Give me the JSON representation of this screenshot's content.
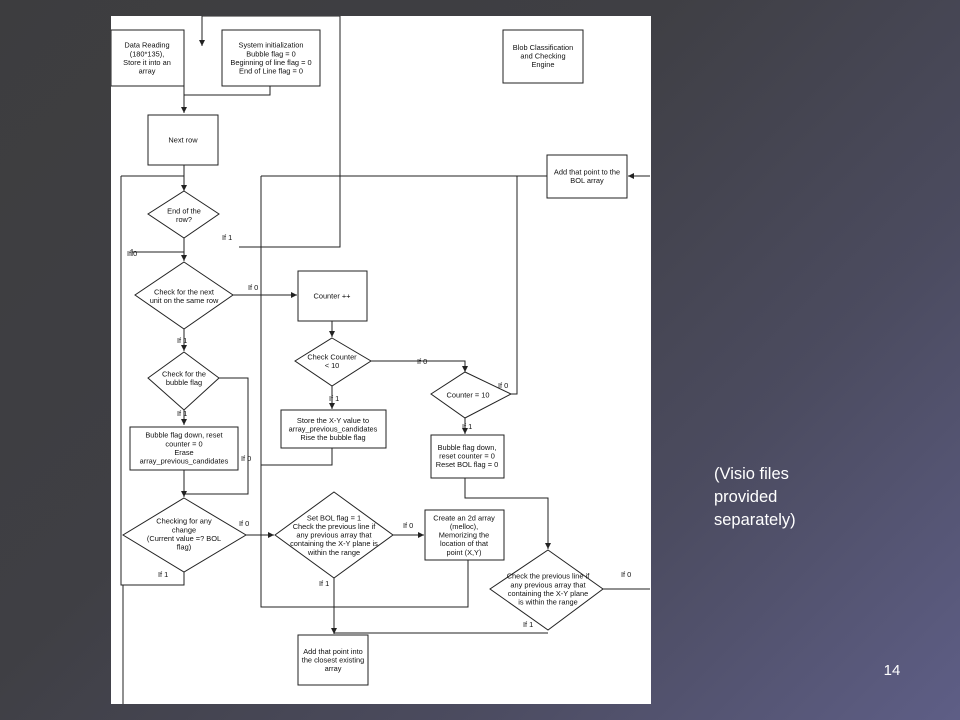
{
  "flowchart": {
    "nodes": [
      {
        "id": "data-reading",
        "lines": [
          "Data Reading",
          "(180*135),",
          "Store it into an",
          "array"
        ]
      },
      {
        "id": "system-init",
        "lines": [
          "System initialization",
          "Bubble flag = 0",
          "Beginning of line flag = 0",
          "End of Line flag = 0"
        ]
      },
      {
        "id": "blob-engine",
        "lines": [
          "Blob Classification",
          "and Checking",
          "Engine"
        ]
      },
      {
        "id": "next-row",
        "lines": [
          "Next row"
        ]
      },
      {
        "id": "add-bol",
        "lines": [
          "Add that point to the",
          "BOL array"
        ]
      },
      {
        "id": "end-of-row",
        "lines": [
          "End of the",
          "row?"
        ]
      },
      {
        "id": "check-next-unit",
        "lines": [
          "Check for the next",
          "unit on the same row"
        ]
      },
      {
        "id": "counter-inc",
        "lines": [
          "Counter ++"
        ]
      },
      {
        "id": "check-counter",
        "lines": [
          "Check Counter",
          "< 10"
        ]
      },
      {
        "id": "counter-eq-10",
        "lines": [
          "Counter = 10"
        ]
      },
      {
        "id": "check-bubble",
        "lines": [
          "Check for the",
          "bubble flag"
        ]
      },
      {
        "id": "store-xy",
        "lines": [
          "Store the X-Y value to",
          "array_previous_candidates",
          "Rise the bubble flag"
        ]
      },
      {
        "id": "reset-bubble-1",
        "lines": [
          "Bubble flag down, reset",
          "counter = 0",
          "Erase",
          "array_previous_candidates"
        ]
      },
      {
        "id": "reset-bubble-2",
        "lines": [
          "Bubble flag down,",
          "reset counter = 0",
          "Reset BOL flag = 0"
        ]
      },
      {
        "id": "checking-change",
        "lines": [
          "Checking for any",
          "change",
          "(Current value =? BOL",
          "flag)"
        ]
      },
      {
        "id": "set-bol",
        "lines": [
          "Set BOL flag = 1",
          "Check the previous line if",
          "any previous array that",
          "containing the X-Y plane is",
          "within the  range"
        ]
      },
      {
        "id": "create-2d",
        "lines": [
          "Create an 2d array",
          "(melloc),",
          "Memorizing the",
          "location of that",
          "point (X,Y)"
        ]
      },
      {
        "id": "check-prev-line",
        "lines": [
          "Check the previous line if",
          "any previous array that",
          "containing the X-Y plane",
          "is within the  range"
        ]
      },
      {
        "id": "add-closest",
        "lines": [
          "Add that point into",
          "the closest existing",
          "array"
        ]
      }
    ],
    "edge_labels": [
      {
        "id": "end-row-if1",
        "text": "If 1"
      },
      {
        "id": "end-row-if0",
        "text": "If 0"
      },
      {
        "id": "next-unit-if0",
        "text": "If 0"
      },
      {
        "id": "next-unit-if1",
        "text": "If 1"
      },
      {
        "id": "check-counter-if0",
        "text": "If 0"
      },
      {
        "id": "counter10-if0",
        "text": "If 0"
      },
      {
        "id": "check-counter-if1",
        "text": "If 1"
      },
      {
        "id": "counter10-if1",
        "text": "If 1"
      },
      {
        "id": "bubble-if1",
        "text": "If 1"
      },
      {
        "id": "bubble-if0",
        "text": "If 0"
      },
      {
        "id": "change-if0",
        "text": "If 0"
      },
      {
        "id": "set-bol-if0",
        "text": "If 0"
      },
      {
        "id": "change-if1",
        "text": "If 1"
      },
      {
        "id": "set-bol-if1",
        "text": "If 1"
      },
      {
        "id": "prev-line-if0",
        "text": "If 0"
      },
      {
        "id": "prev-line-if1",
        "text": "If 1"
      }
    ]
  },
  "note": {
    "lines": [
      "(Visio files",
      "provided",
      "separately)"
    ]
  },
  "page_number": "14"
}
